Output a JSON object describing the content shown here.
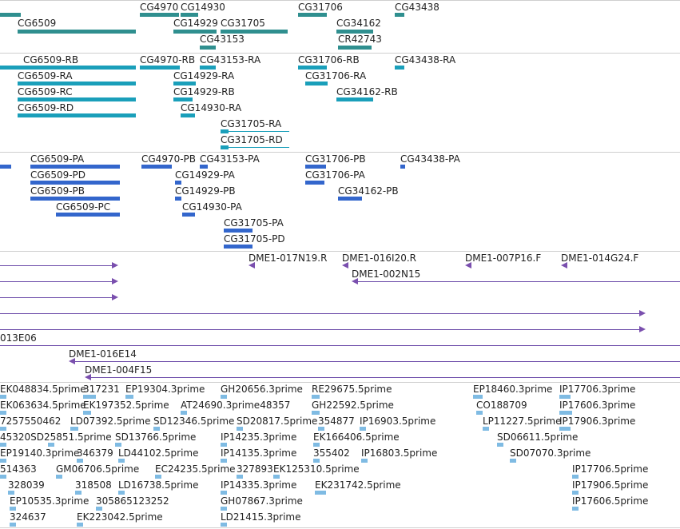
{
  "colors": {
    "gene": "#2f8f8f",
    "transcript": "#1a9fba",
    "protein": "#3366cc",
    "clone": "#6b4aa8",
    "est": "#7fbbe3",
    "separator": "#cfcfcf"
  },
  "tracks": {
    "genes": {
      "labels": [
        "CG4970",
        "CG14930",
        "CG31706",
        "CG43438",
        "CG6509",
        "CG14929",
        "CG31705",
        "CG34162",
        "CG43153",
        "CR42743"
      ]
    },
    "transcripts": {
      "labels": [
        "CG6509-RB",
        "CG4970-RB",
        "CG43153-RA",
        "CG31706-RB",
        "CG43438-RA",
        "CG6509-RA",
        "CG14929-RA",
        "CG31706-RA",
        "CG6509-RC",
        "CG14929-RB",
        "CG34162-RB",
        "CG6509-RD",
        "CG14930-RA",
        "CG31705-RA",
        "CG31705-RD"
      ]
    },
    "proteins": {
      "labels": [
        "CG6509-PA",
        "CG4970-PB",
        "CG43153-PA",
        "CG31706-PB",
        "CG43438-PA",
        "CG6509-PD",
        "CG14929-PA",
        "CG31706-PA",
        "CG6509-PB",
        "CG14929-PB",
        "CG34162-PB",
        "CG6509-PC",
        "CG14930-PA",
        "CG31705-PA",
        "CG31705-PD"
      ]
    },
    "clones": {
      "labels": [
        "DME1-017N19.R",
        "DME1-016I20.R",
        "DME1-007P16.F",
        "DME1-014G24.F",
        "DME1-002N15",
        "013E06",
        "DME1-016E14",
        "DME1-004F15"
      ]
    },
    "ests": {
      "labels": [
        "EK048834.5prime",
        "317231",
        "EP19304.3prime",
        "GH20656.3prime",
        "RE29675.5prime",
        "EP18460.3prime",
        "IP17706.3prime",
        "EK063634.5prime",
        "EK197352.5prime",
        "AT24690.3prime48357",
        "GH22592.5prime",
        "CO188709",
        "IP17606.3prime",
        "7257550462",
        "LD07392.5prime",
        "SD12346.5prime",
        "SD20817.5prime",
        "354877",
        "IP16903.5prime",
        "LP11227.5prime",
        "IP17906.3prime",
        "45320SD25851.5prime",
        "SD13766.5prime",
        "IP14235.3prime",
        "EK166406.5prime",
        "SD06611.5prime",
        "EP19140.3prime",
        "346379",
        "LD44102.5prime",
        "IP14135.3prime",
        "355402",
        "IP16803.5prime",
        "SD07070.3prime",
        "514363",
        "GM06706.5prime",
        "EC24235.5prime",
        "327893",
        "EK125310.5prime",
        "IP17706.5prime",
        "328039",
        "318508",
        "LD16738.5prime",
        "IP14335.3prime",
        "EK231742.5prime",
        "IP17906.5prime",
        "EP10535.3prime",
        "305865123252",
        "GH07867.3prime",
        "IP17606.5prime",
        "324637",
        "EK223042.5prime",
        "LD21415.3prime"
      ]
    }
  }
}
